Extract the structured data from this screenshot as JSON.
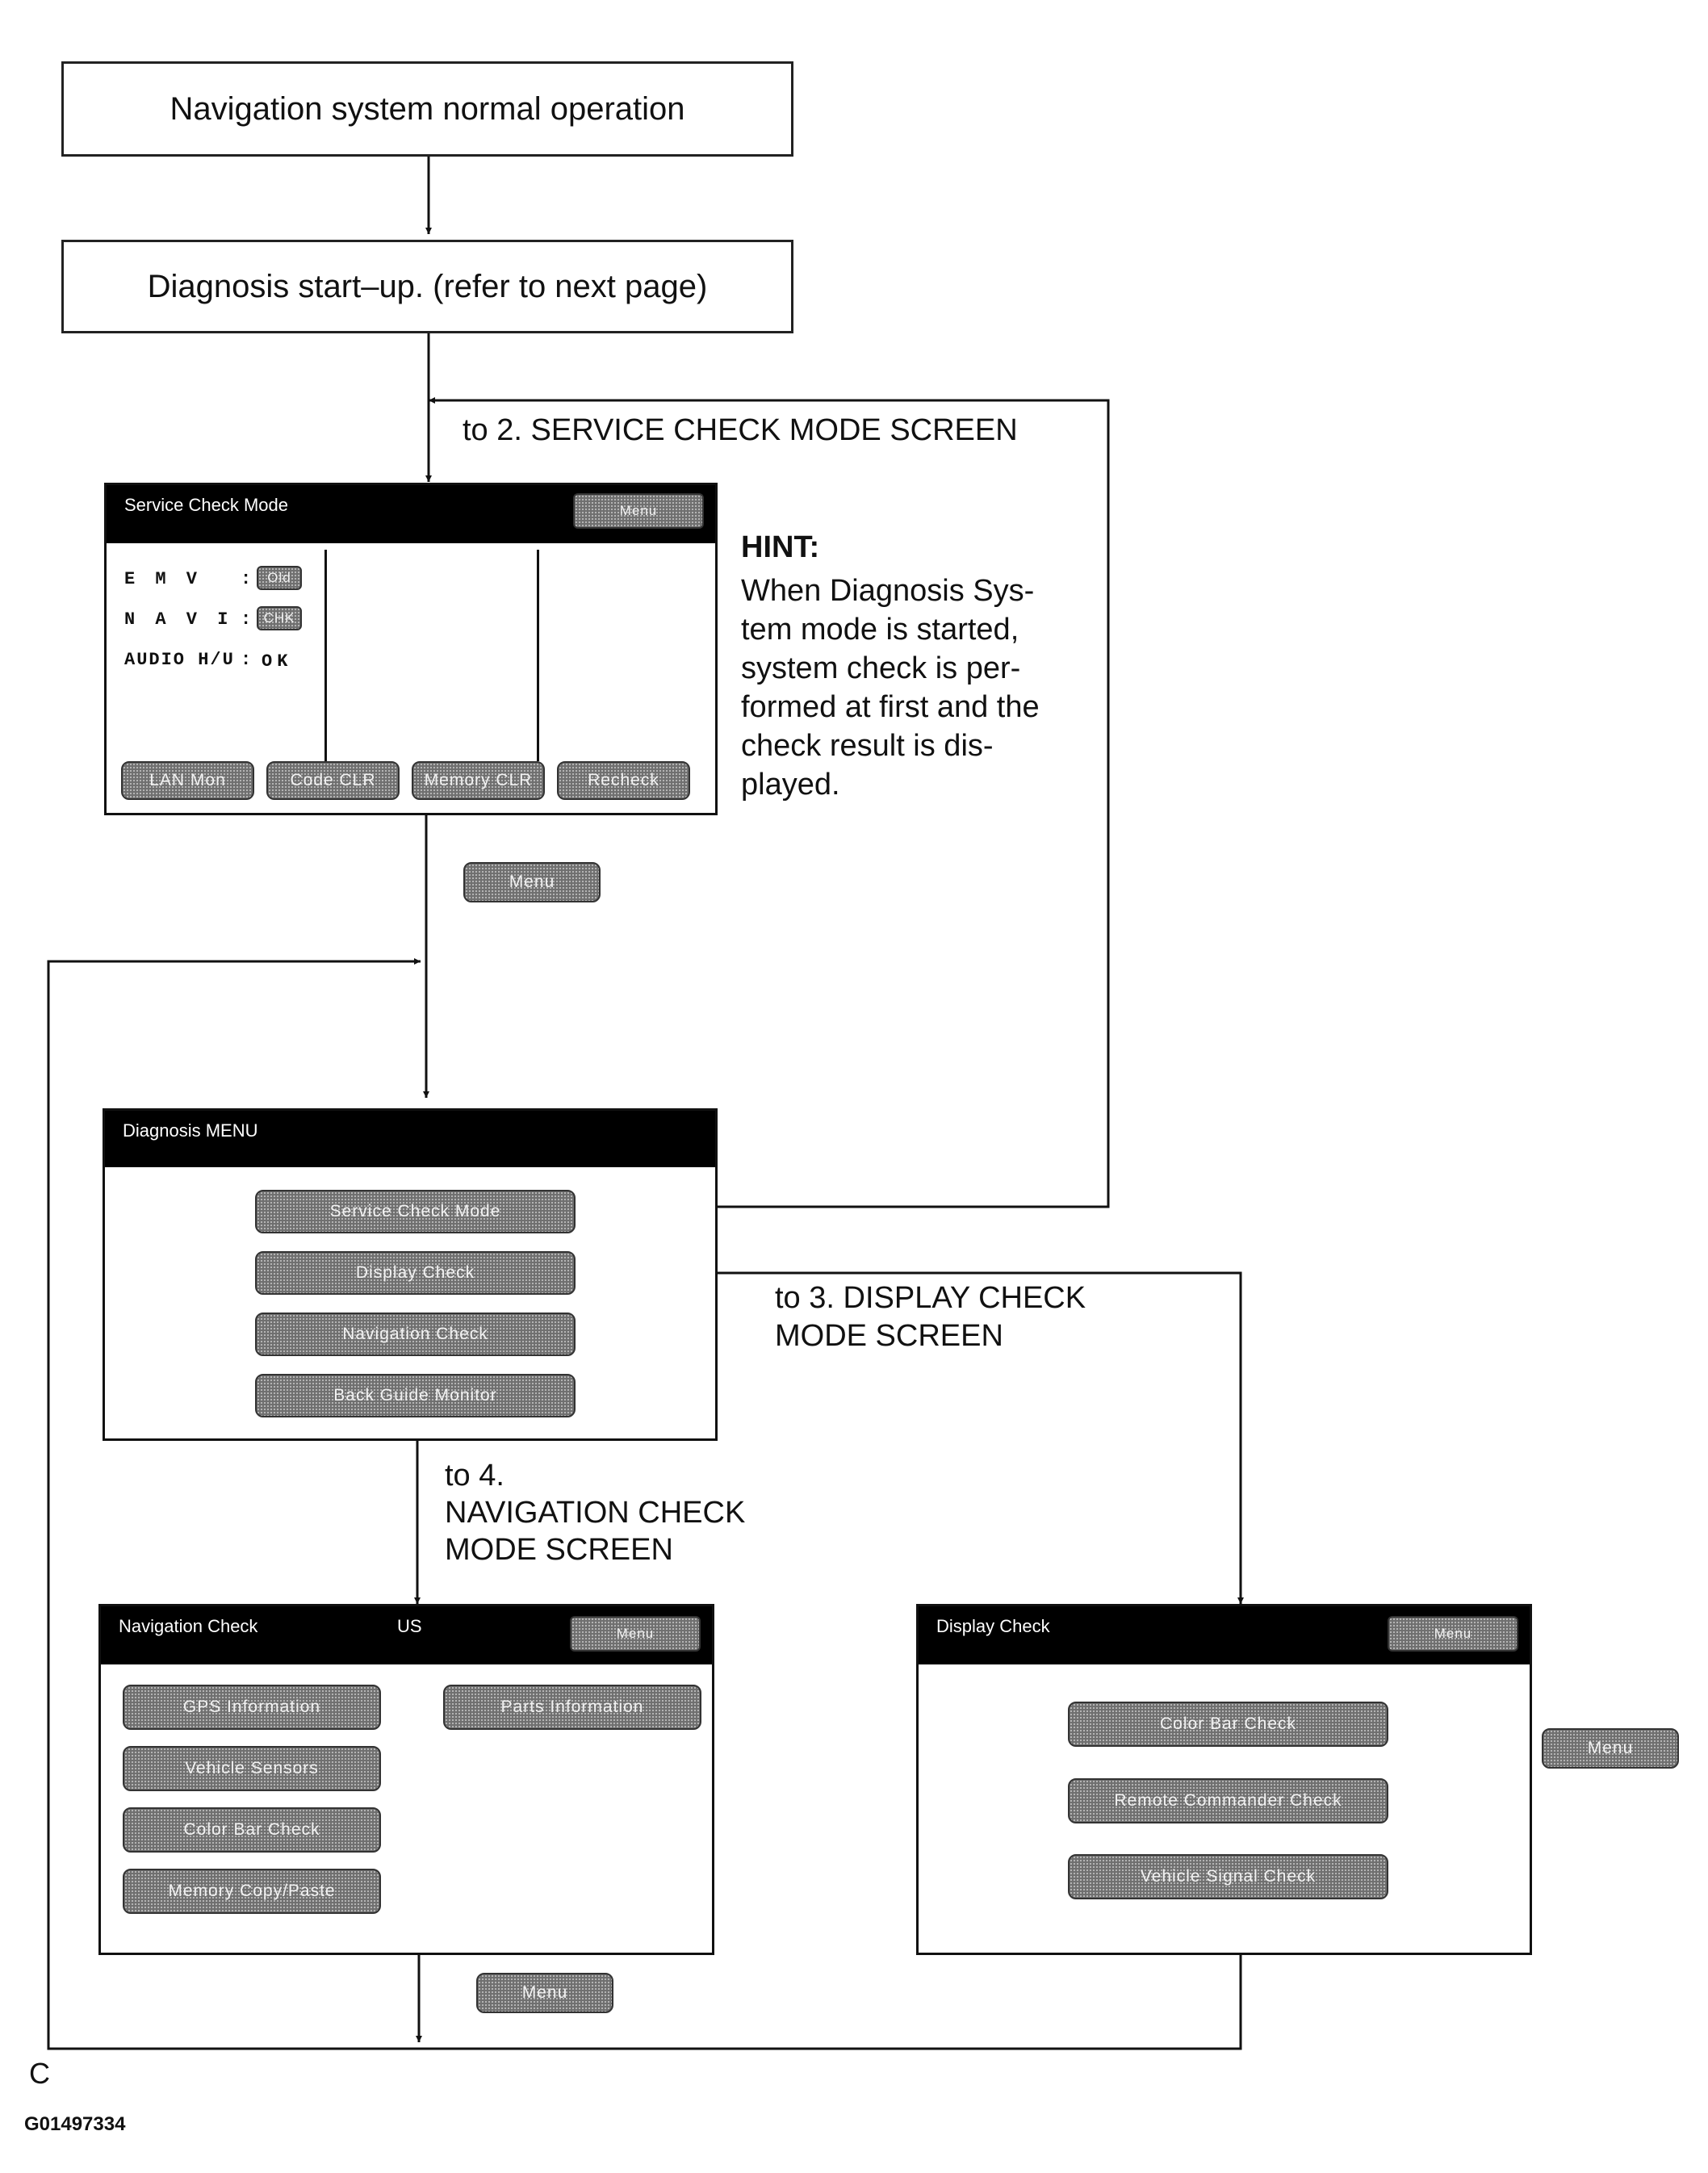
{
  "flow": {
    "box1": "Navigation system normal operation",
    "box2": "Diagnosis start–up. (refer to next page)"
  },
  "labels": {
    "to_service": "to 2. SERVICE CHECK MODE SCREEN",
    "to_display_1": "to 3. DISPLAY CHECK",
    "to_display_2": "MODE SCREEN",
    "to_nav_1": "to 4.",
    "to_nav_2": "NAVIGATION CHECK",
    "to_nav_3": "MODE SCREEN"
  },
  "hint": {
    "title": "HINT:",
    "lines": [
      "When Diagnosis Sys-",
      "tem mode is started,",
      "system check is per-",
      "formed at first and the",
      "check result is dis-",
      "played."
    ]
  },
  "service_screen": {
    "title": "Service Check Mode",
    "menu": "Menu",
    "rows": [
      {
        "label": "E M V",
        "sep": ":",
        "value": "Old"
      },
      {
        "label": "N A V I",
        "sep": ":",
        "value": "CHK"
      },
      {
        "label": "AUDIO H/U",
        "sep": ":",
        "value": "OK"
      }
    ],
    "buttons": [
      "LAN Mon",
      "Code CLR",
      "Memory CLR",
      "Recheck"
    ]
  },
  "menu_button_1": "Menu",
  "diagnosis_menu": {
    "title": "Diagnosis MENU",
    "buttons": [
      "Service Check Mode",
      "Display Check",
      "Navigation Check",
      "Back Guide Monitor"
    ]
  },
  "nav_screen": {
    "title": "Navigation Check",
    "region": "US",
    "menu": "Menu",
    "left_buttons": [
      "GPS Information",
      "Vehicle Sensors",
      "Color Bar Check",
      "Memory Copy/Paste"
    ],
    "right_button": "Parts Information"
  },
  "display_screen": {
    "title": "Display Check",
    "menu": "Menu",
    "buttons": [
      "Color Bar Check",
      "Remote Commander Check",
      "Vehicle Signal Check"
    ]
  },
  "menu_button_side": "Menu",
  "menu_button_bottom": "Menu",
  "footer": {
    "letter": "C",
    "code": "G01497334"
  }
}
